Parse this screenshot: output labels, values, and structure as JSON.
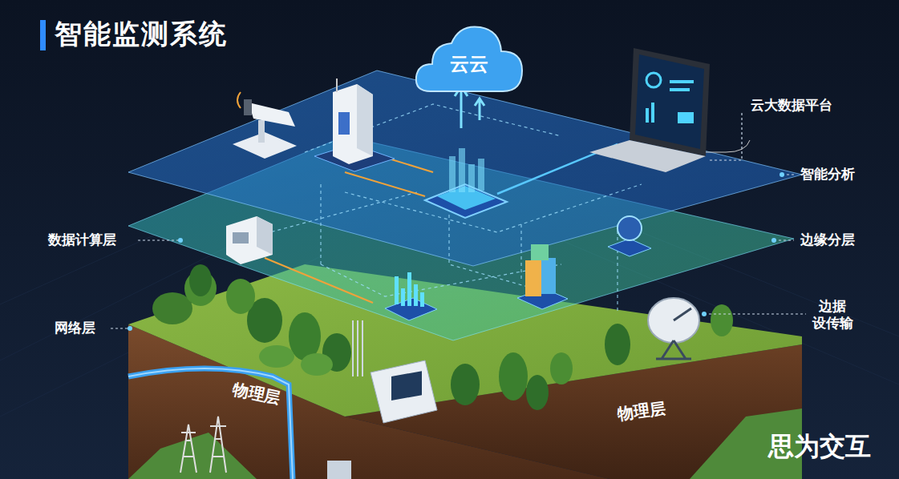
{
  "diagram": {
    "title": "智能监测系统",
    "nodes": [
      {
        "text": [
          "云云"
        ]
      }
    ],
    "labels": [
      "云大数据平台",
      "智能分析",
      "数据计算层",
      "边缘分层",
      "网络层",
      "边据 设传输",
      "物理层",
      "物理层",
      "思为交互"
    ]
  }
}
